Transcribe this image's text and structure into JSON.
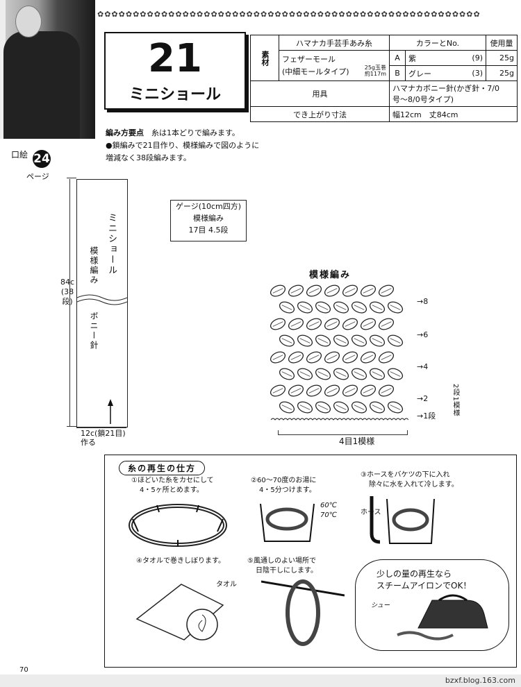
{
  "title": {
    "number": "21",
    "name": "ミニショール"
  },
  "spec": {
    "material_label": "素材",
    "yarn_header": "ハマナカ手芸手あみ糸",
    "color_header": "カラーとNo.",
    "usage_header": "使用量",
    "yarn_name": "フェザーモール",
    "yarn_type": "(中細モールタイプ)",
    "yarn_ball": "25g玉巻",
    "yarn_length": "約117m",
    "rows": [
      {
        "key": "A",
        "color": "紫",
        "num": "(9)",
        "amount": "25g"
      },
      {
        "key": "B",
        "color": "グレー",
        "num": "(3)",
        "amount": "25g"
      }
    ],
    "tools_label": "用具",
    "tools_value": "ハマナカボニー針(かぎ針・7/0号〜8/0号タイプ)",
    "size_label": "でき上がり寸法",
    "size_value": "幅12cm　丈84cm"
  },
  "points": {
    "heading": "編み方要点",
    "line1": "糸は1本どりで編みます。",
    "line2": "●鎖編みで21目作り、模様編みで図のように",
    "line3": "増減なく38段編みます。"
  },
  "plate": {
    "label": "口絵",
    "number": "24",
    "page": "ページ"
  },
  "diagram": {
    "name": "ミニショール",
    "pattern": "模様編み",
    "needle": "ボニー針",
    "length": "84c",
    "rows": "(38段)",
    "width": "12c(鎖21目)",
    "start": "作る"
  },
  "gauge": {
    "title": "ゲージ(10cm四方)",
    "pattern": "模様編み",
    "value": "17目 4.5段"
  },
  "chart": {
    "title": "模様編み",
    "row_labels": [
      "8",
      "6",
      "4",
      "2",
      "1段"
    ],
    "repeat": "4目1模様",
    "side_repeat": "2段1模様"
  },
  "recycle": {
    "title": "糸の再生の仕方",
    "step1": "①ほどいた糸をカセにして",
    "step1b": "4・5ヶ所とめます。",
    "step2": "②60〜70度のお湯に",
    "step2b": "4・5分つけます。",
    "temp1": "60℃",
    "temp2": "70℃",
    "step3": "③ホースをバケツの下に入れ",
    "step3b": "除々に水を入れて冷します。",
    "hose": "ホース",
    "step4": "④タオルで巻きしぼります。",
    "towel": "タオル",
    "step5": "⑤風通しのよい場所で",
    "step5b": "日陰干しにします。",
    "tip1": "少しの量の再生なら",
    "tip2": "スチームアイロンでOK！",
    "steam": "シュー"
  },
  "page_number": "70",
  "watermark": "bzxf.blog.163.com"
}
